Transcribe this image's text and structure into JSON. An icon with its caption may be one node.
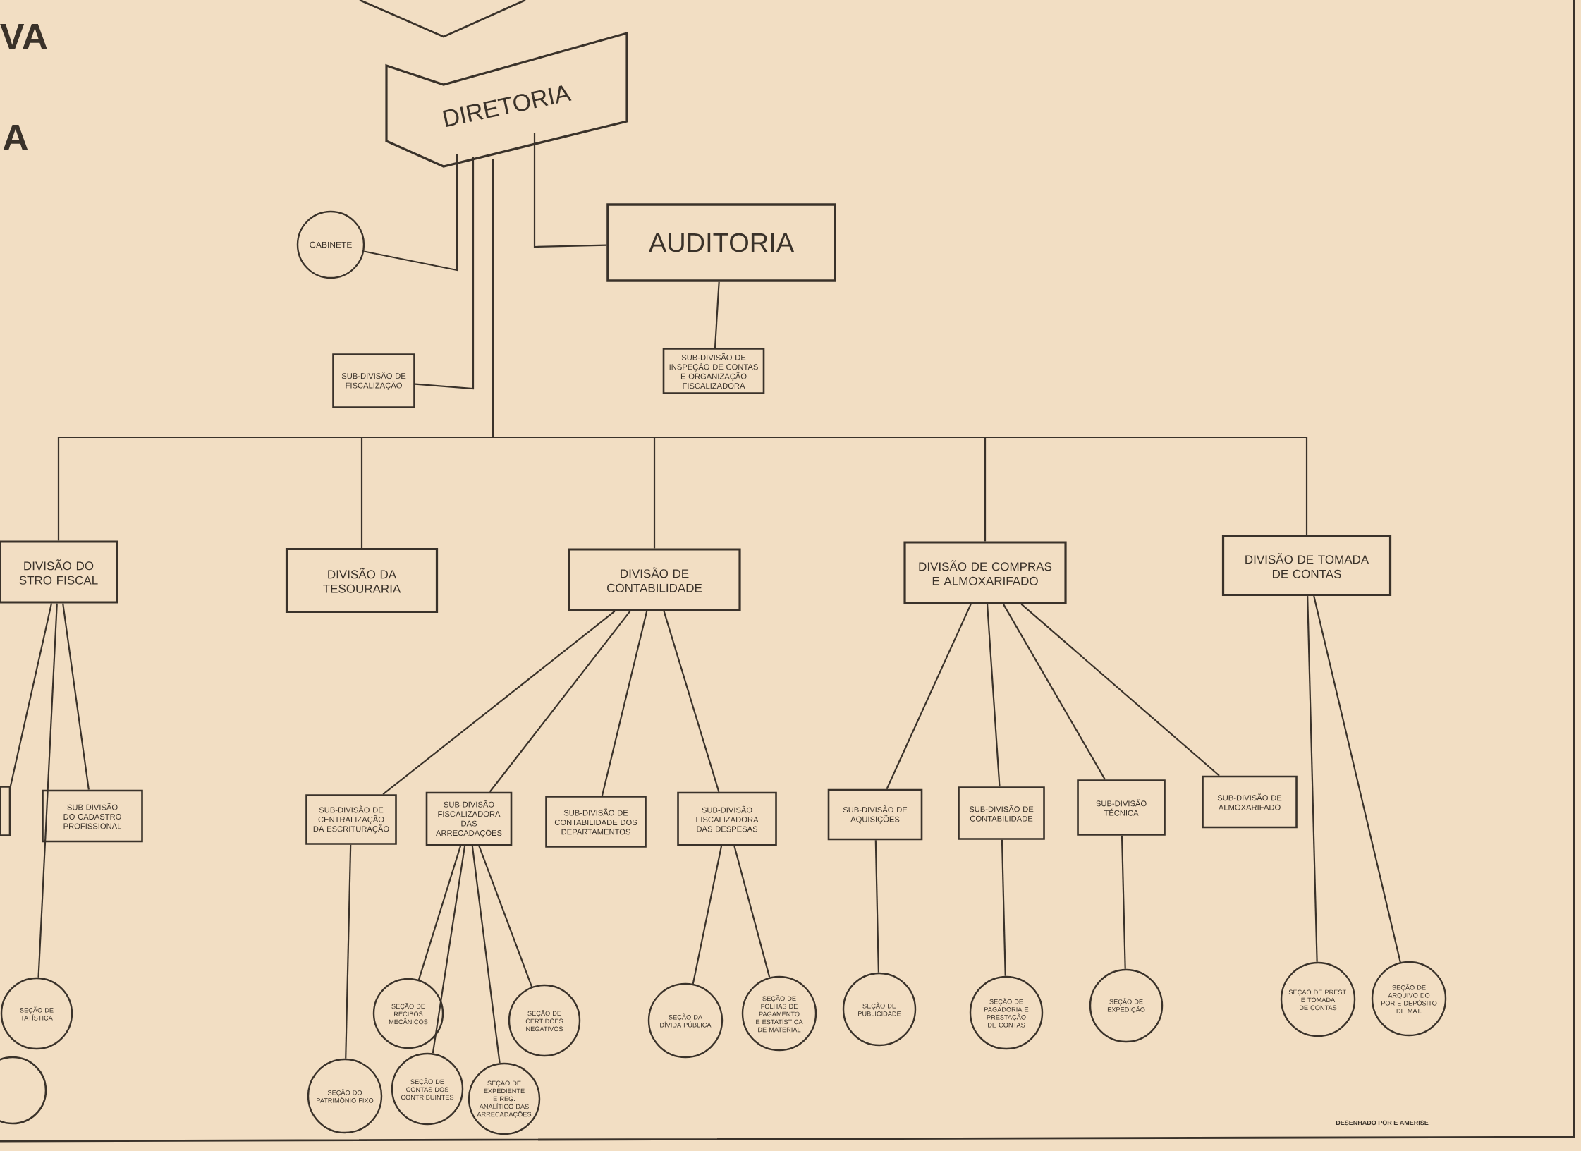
{
  "diagram": {
    "nodes": [
      {
        "text": [
          "DIRETORIA"
        ]
      },
      {
        "text": [
          "GABINETE"
        ]
      },
      {
        "text": [
          "AUDITORIA"
        ]
      },
      {
        "text": [
          "SUB-DIVISÃO DE FISCALIZAÇÃO"
        ]
      },
      {
        "text": [
          "SUB-DIVISÃO DE INSPEÇÃO DE CONTAS E ORGANIZAÇÃO FISCALIZADORA"
        ]
      },
      {
        "text": [
          "DIVISÃO DO STRO FISCAL"
        ]
      },
      {
        "text": [
          "DIVISÃO DA TESOURARIA"
        ]
      },
      {
        "text": [
          "DIVISÃO DE CONTABILIDADE"
        ]
      },
      {
        "text": [
          "DIVISÃO DE COMPRAS E ALMOXARIFADO"
        ]
      },
      {
        "text": [
          "DIVISÃO DE TOMADA DE CONTAS"
        ]
      },
      {
        "text": [],
        "shape": "box"
      },
      {
        "text": [
          "SUB-DIVISÃO DO CADASTRO PROFISSIONAL"
        ]
      },
      {
        "text": [
          "SUB-DIVISÃO DE CENTRALIZAÇÃO DA ESCRITURAÇÃO"
        ]
      },
      {
        "text": [
          "SUB-DIVISÃO FISCALIZADORA DAS ARRECADAÇÕES"
        ]
      },
      {
        "text": [
          "SUB-DIVISÃO DE CONTABILIDADE DOS DEPARTAMENTOS"
        ]
      },
      {
        "text": [
          "SUB-DIVISÃO FISCALIZADORA DAS DESPESAS"
        ]
      },
      {
        "text": [
          "SUB-DIVISÃO DE AQUISIÇÕES"
        ]
      },
      {
        "text": [
          "SUB-DIVISÃO DE CONTABILIDADE"
        ]
      },
      {
        "text": [
          "SUB-DIVISÃO TÉCNICA"
        ]
      },
      {
        "text": [
          "SUB-DIVISÃO DE ALMOXARIFADO"
        ]
      },
      {
        "text": [
          "SEÇÃO DE TATÍSTICA"
        ]
      },
      {
        "text": [],
        "shape": "circle"
      },
      {
        "text": [
          "SEÇÃO DO PATRIMÔNIO FIXO"
        ]
      },
      {
        "text": [
          "SEÇÃO DE RECIBOS MECÂNICOS"
        ]
      },
      {
        "text": [
          "SEÇÃO DE CONTAS DOS CONTRIBUINTES"
        ]
      },
      {
        "text": [
          "SEÇÃO DE CERTIDÕES NEGATIVOS"
        ]
      },
      {
        "text": [
          "SEÇÃO DE EXPEDIENTE E REG. ANALÍTICO DAS ARRECADAÇÕES"
        ]
      },
      {
        "text": [
          "SEÇÃO DA DÍVIDA PÚBLICA"
        ]
      },
      {
        "text": [
          "SEÇÃO DE FOLHAS DE PAGAMENTO E ESTATÍSTICA DE MATERIAL"
        ]
      },
      {
        "text": [
          "SEÇÃO DE PUBLICIDADE"
        ]
      },
      {
        "text": [
          "SEÇÃO DE PAGADORIA E PRESTAÇÃO DE CONTAS"
        ]
      },
      {
        "text": [
          "SEÇÃO DE EXPEDIÇÃO"
        ]
      },
      {
        "text": [
          "SEÇÃO DE PREST. E TOMADA DE CONTAS"
        ]
      },
      {
        "text": [
          "SEÇÃO DE ARQUIVO DO POR E DEPÓSITO DE MAT."
        ]
      }
    ],
    "edges": [
      {
        "from": 0,
        "to": 1,
        "arrow": "none"
      },
      {
        "from": 0,
        "to": 3,
        "arrow": "none"
      },
      {
        "from": 0,
        "to": 2,
        "arrow": "none"
      },
      {
        "from": 0,
        "to": 5,
        "arrow": "none"
      },
      {
        "from": 0,
        "to": 6,
        "arrow": "none"
      },
      {
        "from": 0,
        "to": 7,
        "arrow": "none"
      },
      {
        "from": 0,
        "to": 8,
        "arrow": "none"
      },
      {
        "from": 0,
        "to": 9,
        "arrow": "none"
      },
      {
        "from": 2,
        "to": 4,
        "arrow": "none"
      },
      {
        "from": 5,
        "to": 10,
        "arrow": "none"
      },
      {
        "from": 5,
        "to": 20,
        "arrow": "none"
      },
      {
        "from": 5,
        "to": 11,
        "arrow": "none"
      },
      {
        "from": 7,
        "to": 12,
        "arrow": "none"
      },
      {
        "from": 7,
        "to": 13,
        "arrow": "none"
      },
      {
        "from": 7,
        "to": 14,
        "arrow": "none"
      },
      {
        "from": 7,
        "to": 15,
        "arrow": "none"
      },
      {
        "from": 8,
        "to": 16,
        "arrow": "none"
      },
      {
        "from": 8,
        "to": 17,
        "arrow": "none"
      },
      {
        "from": 8,
        "to": 18,
        "arrow": "none"
      },
      {
        "from": 8,
        "to": 19,
        "arrow": "none"
      },
      {
        "from": 9,
        "to": 32,
        "arrow": "none"
      },
      {
        "from": 9,
        "to": 33,
        "arrow": "none"
      },
      {
        "from": 12,
        "to": 22,
        "arrow": "none"
      },
      {
        "from": 13,
        "to": 23,
        "arrow": "none"
      },
      {
        "from": 13,
        "to": 24,
        "arrow": "none"
      },
      {
        "from": 13,
        "to": 25,
        "arrow": "none"
      },
      {
        "from": 13,
        "to": 26,
        "arrow": "none"
      },
      {
        "from": 15,
        "to": 27,
        "arrow": "none"
      },
      {
        "from": 15,
        "to": 28,
        "arrow": "none"
      },
      {
        "from": 16,
        "to": 29,
        "arrow": "none"
      },
      {
        "from": 17,
        "to": 30,
        "arrow": "none"
      },
      {
        "from": 18,
        "to": 31,
        "arrow": "none"
      }
    ],
    "labels": [
      "VA",
      "A",
      "DESENHADO POR E AMERISE"
    ]
  }
}
